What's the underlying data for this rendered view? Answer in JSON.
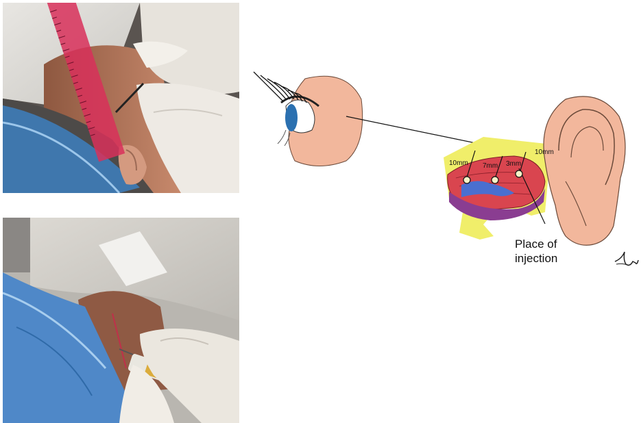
{
  "figure": {
    "photos": {
      "top": "ruler-measurement-photo",
      "bottom": "injection-photo"
    },
    "diagram": {
      "distance_labels": [
        "10mm",
        "7mm",
        "3mm",
        "10mm"
      ],
      "injection_label_line1": "Place of",
      "injection_label_line2": "injection",
      "colors": {
        "skin": "#f2b79c",
        "fat_pad": "#f0ee6a",
        "muscle_red": "#d9454f",
        "muscle_purple": "#8a3d91",
        "vessel_blue": "#4a6fd0",
        "iris": "#2b70b0"
      }
    }
  }
}
